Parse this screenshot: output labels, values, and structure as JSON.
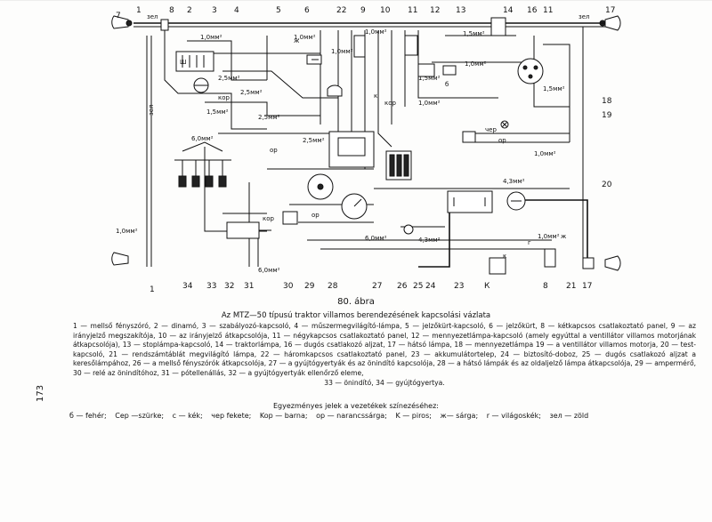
{
  "figure": {
    "number": "80. ábra",
    "caption": "Az MTZ—50 típusú traktor villamos berendezésének kapcsolási vázlata",
    "legend": "1 — mellső fényszóró, 2 — dinamó, 3 — szabályozó-kapcsoló, 4 — műszermegvilágító-lámpa, 5 — jelzőkürt-kapcsoló, 6 — jelzőkürt, 8 — kétkapcsos csatlakoztató panel, 9 — az irányjelző megszakítója, 10 — az irányjelző átkapcsolója, 11 — négykapcsos csatlakoztató panel, 12 — mennyezetlámpa-kapcsoló (amely egyúttal a ventillátor villamos motorjának átkapcsolója), 13 — stoplámpa-kapcsoló, 14 — traktorlámpa, 16 — dugós csatlakozó aljzat, 17 — hátsó lámpa, 18 — mennyezetlámpa 19 — a ventillátor villamos motorja, 20 — test-kapcsoló, 21 — rendszámtáblát megvilágító lámpa, 22 — háromkapcsos csatlakoztató panel, 23 — akkumulátortelep, 24 — biztosító-doboz, 25 — dugós csatlakozó aljzat a keresőlámpához, 26 — a mellső fényszórók átkapcsolója, 27 — a gyújtógyertyák és az önindító kapcsolója, 28 — a hátsó lámpák és az oldaljelző lámpa átkapcsolója, 29 — ampermérő, 30 — relé az önindítóhoz, 31 — pótellenállás, 32 — a gyújtógyertyák ellenőrző eleme,",
    "legend_last": "33 — önindító, 34 — gyújtógyertya.",
    "colors_title": "Egyezményes jelek a vezetékek színezéséhez:",
    "colors": [
      "б — fehér;",
      "Cep —szürke;",
      "c — kék;",
      "чep fekete;",
      "Kop — barna;",
      "op — narancssárga;",
      "K — piros;",
      "ж— sárga;",
      "r — világoskék;",
      "зeл — zöld"
    ],
    "page_number": "173"
  },
  "diagram": {
    "top_numbers": [
      "1",
      "2",
      "3",
      "4",
      "5",
      "6",
      "22",
      "9",
      "10",
      "11",
      "12",
      "13",
      "14",
      "16",
      "11",
      "17"
    ],
    "top_number_8": "8",
    "right_numbers": [
      "18",
      "19",
      "20",
      "8",
      "21",
      "17"
    ],
    "bottom_numbers": [
      "1",
      "34",
      "33",
      "32",
      "31",
      "30",
      "29",
      "28",
      "27",
      "26",
      "25",
      "24",
      "23",
      "К",
      "8",
      "21",
      "17"
    ],
    "left_numbers": [
      "7",
      "1"
    ],
    "wire_labels": {
      "w1_0": "1,0мм²",
      "w1_5": "1,5мм²",
      "w2_5": "2,5мм²",
      "w4_3": "4,3мм²",
      "w6_0": "6,0мм²",
      "zel": "зел",
      "kor": "кор",
      "chep": "чер",
      "or": "ор",
      "zh": "ж",
      "k": "к",
      "b": "б",
      "g": "г",
      "sh": "Ш"
    }
  }
}
